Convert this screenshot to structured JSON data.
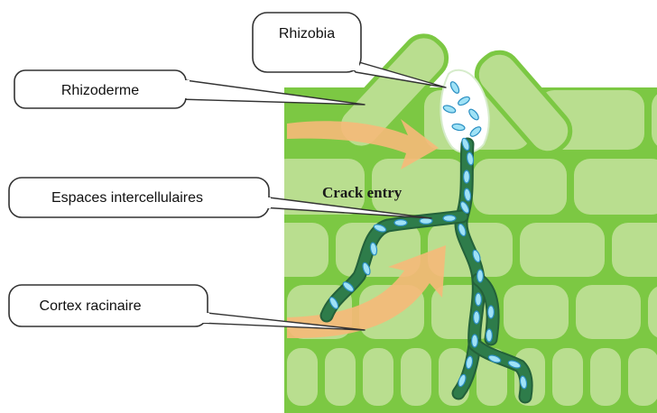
{
  "labels": {
    "rhizobia": "Rhizobia",
    "rhizoderme": "Rhizoderme",
    "espaces": "Espaces intercellulaires",
    "cortex": "Cortex racinaire",
    "crack_entry": "Crack entry"
  },
  "colors": {
    "tissue_background": "#7cc843",
    "cell_fill": "#b9de8f",
    "cell_stroke": "#9fcf6c",
    "infection_thread": "#2e7c4a",
    "infection_thread_dark": "#23613a",
    "bacteria_fill": "#9fe2f6",
    "bacteria_stroke": "#2b8fc2",
    "arrow_fill": "#f6b979",
    "callout_stroke": "#333333"
  }
}
